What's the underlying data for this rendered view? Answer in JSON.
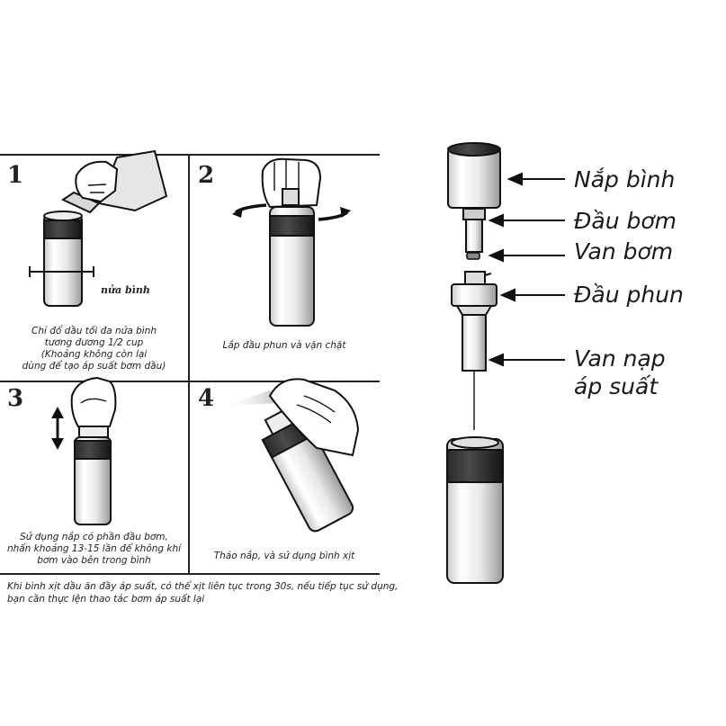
{
  "steps": [
    {
      "number": "1",
      "caption": "Chỉ đổ dầu tối đa nửa bình\ntương đương 1/2 cup\n(Khoảng không còn lại\ndùng để  tạo áp suất bơm dầu)",
      "marker": "nửa bình"
    },
    {
      "number": "2",
      "caption": "Lắp đầu phun và vặn chặt"
    },
    {
      "number": "3",
      "caption": "Sử dụng nắp có phần đầu bơm,\nnhấn khoảng 13-15 lần để không khí\nbơm vào bên trong bình"
    },
    {
      "number": "4",
      "caption": "Tháo nắp, và sử dụng bình xịt"
    }
  ],
  "note": "Khi bình xịt dầu ăn đầy áp suất, có thể xịt liên tục trong 30s, nếu tiếp tục sử dụng,\nbạn cần thực lện thao tác bơm áp suất lại",
  "parts": [
    {
      "label": "Nắp bình",
      "icon": "cap-part-icon"
    },
    {
      "label": "Đầu bơm",
      "icon": "pump-head-part-icon"
    },
    {
      "label": "Van bơm",
      "icon": "pump-valve-part-icon"
    },
    {
      "label": "Đầu phun",
      "icon": "spray-head-part-icon"
    },
    {
      "label": "Van nạp\náp suất",
      "icon": "pressure-valve-part-icon"
    }
  ]
}
